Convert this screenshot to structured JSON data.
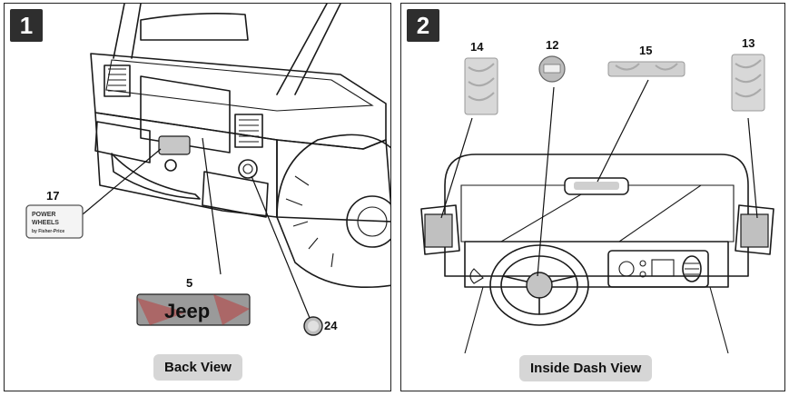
{
  "panels": [
    {
      "step": "1",
      "caption": "Back View",
      "callouts": [
        {
          "number": "17"
        },
        {
          "number": "5"
        },
        {
          "number": "24"
        }
      ],
      "decals": {
        "power_wheels_line1": "POWER",
        "power_wheels_line2": "WHEELS",
        "power_wheels_line3": "by Fisher-Price",
        "jeep": "Jeep"
      }
    },
    {
      "step": "2",
      "caption": "Inside Dash View",
      "callouts": [
        {
          "number": "14"
        },
        {
          "number": "12"
        },
        {
          "number": "15"
        },
        {
          "number": "13"
        }
      ]
    }
  ],
  "colors": {
    "panel_border": "#222222",
    "step_badge": "#2e2e2e",
    "caption_bg": "#d6d6d6"
  }
}
